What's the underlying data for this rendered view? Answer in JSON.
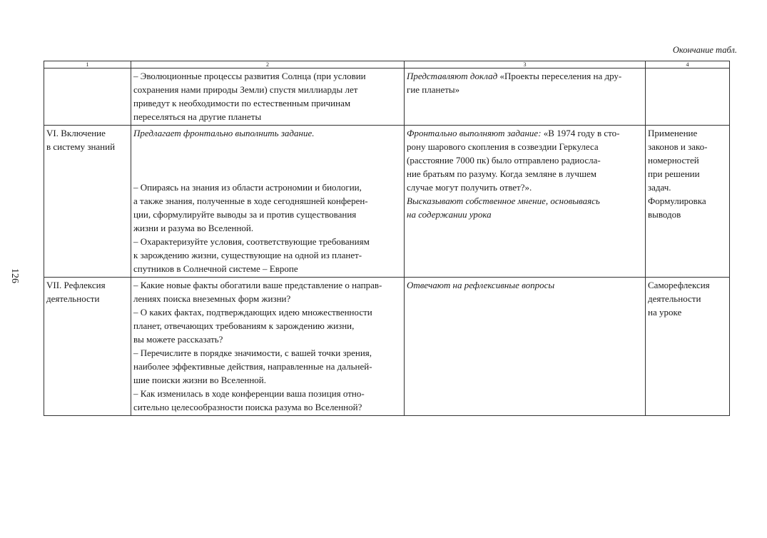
{
  "page_number": "126",
  "caption": "Окончание табл.",
  "table": {
    "headers": [
      "1",
      "2",
      "3",
      "4"
    ],
    "row_continuation": {
      "col1": "",
      "col2_lines": [
        "– Эволюционные процессы развития Солнца (при условии",
        "сохранения нами природы Земли) спустя миллиарды лет",
        "приведут к необходимости по естественным причинам",
        "переселяться на другие планеты"
      ],
      "col3_italic": "Представляют доклад",
      "col3_lines": [
        "«Проекты переселения на дру-",
        "гие планеты»"
      ],
      "col4": ""
    },
    "row_vi": {
      "col1_lines": [
        "VI. Включение",
        "в систему знаний"
      ],
      "col2_intro": "Предлагает фронтально выполнить задание.",
      "col2_lines": [
        "– Опираясь на знания из области астрономии и биологии,",
        "а также знания, полученные в ходе сегодняшней конферен-",
        "ции, сформулируйте выводы за и против существования",
        "жизни и разума во Вселенной.",
        "– Охарактеризуйте условия, соответствующие требованиям",
        "к зарождению жизни, существующие на одной из планет-",
        "спутников в Солнечной системе – Европе"
      ],
      "col3_italic": "Фронтально выполняют задание:",
      "col3_lines": [
        "«В 1974 году в сто-",
        "рону шарового скопления в созвездии Геркулеса",
        "(расстояние 7000 пк) было отправлено радиосла-",
        "ние братьям по разуму. Когда земляне в лучшем",
        "случае могут получить ответ?»."
      ],
      "col3_italic_lines": [
        "Высказывают собственное мнение, основываясь",
        "на содержании урока"
      ],
      "col4_lines": [
        "Применение",
        "законов и зако-",
        "номерностей",
        "при решении",
        "задач.",
        "Формулировка",
        "выводов"
      ]
    },
    "row_vii": {
      "col1_lines": [
        "VII. Рефлексия",
        "деятельности"
      ],
      "col2_lines": [
        "– Какие новые факты обогатили ваше представление о направ-",
        "лениях поиска внеземных форм жизни?",
        "– О каких фактах, подтверждающих идею множественности",
        "планет, отвечающих требованиям к зарождению жизни,",
        "вы можете рассказать?",
        "– Перечислите в порядке значимости, с вашей точки зрения,",
        "наиболее эффективные действия, направленные на дальней-",
        "шие поиски жизни во Вселенной.",
        "– Как изменилась в ходе конференции ваша позиция отно-",
        "сительно целесообразности поиска разума во Вселенной?"
      ],
      "col3_italic": "Отвечают на рефлексивные вопросы",
      "col4_lines": [
        "Саморефлексия",
        "деятельности",
        "на уроке"
      ]
    }
  }
}
